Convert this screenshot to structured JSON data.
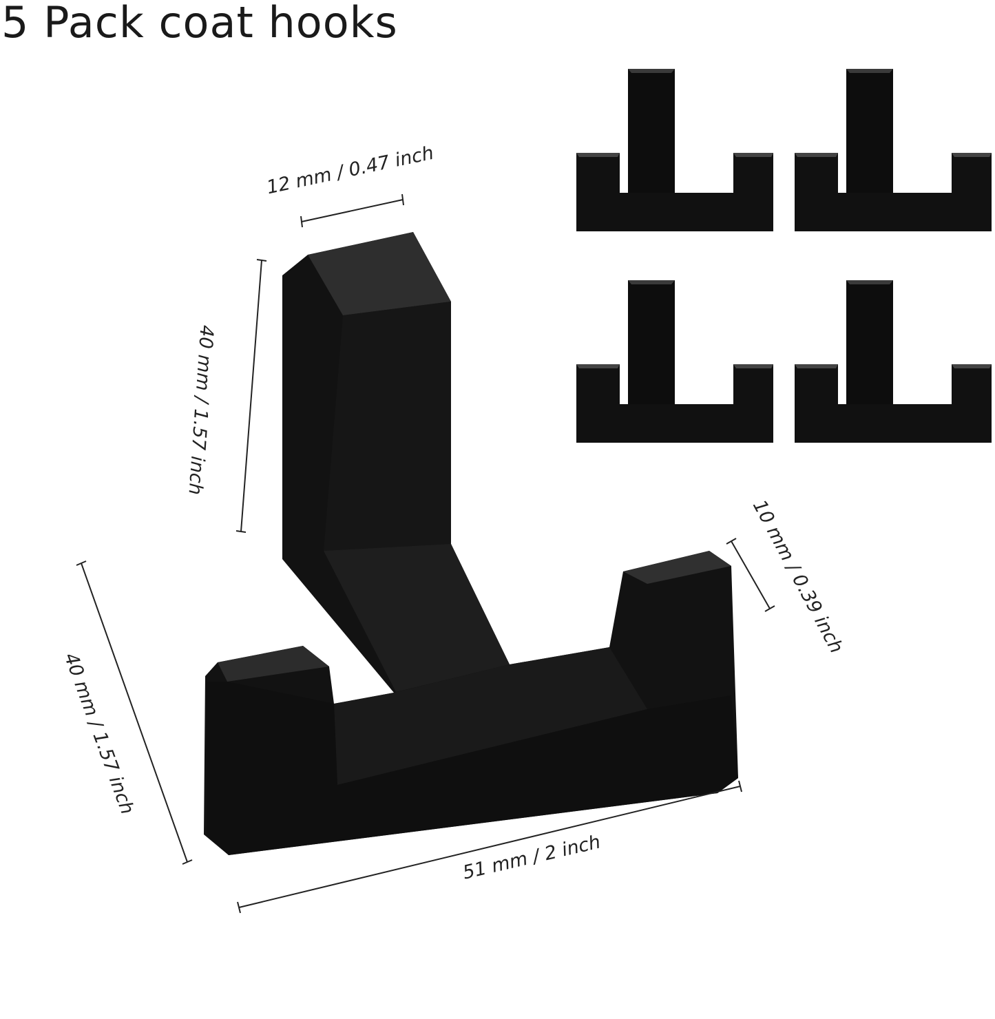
{
  "title": "5 Pack coat hooks",
  "product_color": "#111111",
  "dimensions": {
    "top_width": "12 mm / 0.47 inch",
    "upright_height": "40 mm / 1.57 inch",
    "tip_height": "10 mm / 0.39 inch",
    "base_depth": "40 mm / 1.57 inch",
    "base_length": "51 mm / 2 inch"
  },
  "extra_hooks_count": 4
}
